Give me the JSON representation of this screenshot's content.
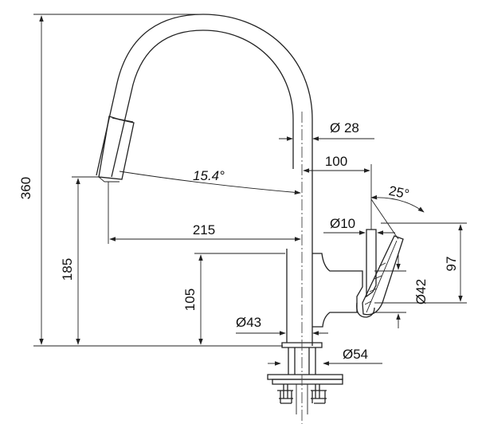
{
  "dimensions": {
    "total_height": "360",
    "spout_outlet_height": "185",
    "body_height": "105",
    "reach": "215",
    "spout_tilt": "15.4°",
    "spout_diameter": "Ø 28",
    "handle_offset": "100",
    "lever_angle": "25°",
    "lever_diameter": "Ø10",
    "handle_diameter": "Ø42",
    "handle_height": "97",
    "body_diameter": "Ø43",
    "base_diameter": "Ø54"
  }
}
